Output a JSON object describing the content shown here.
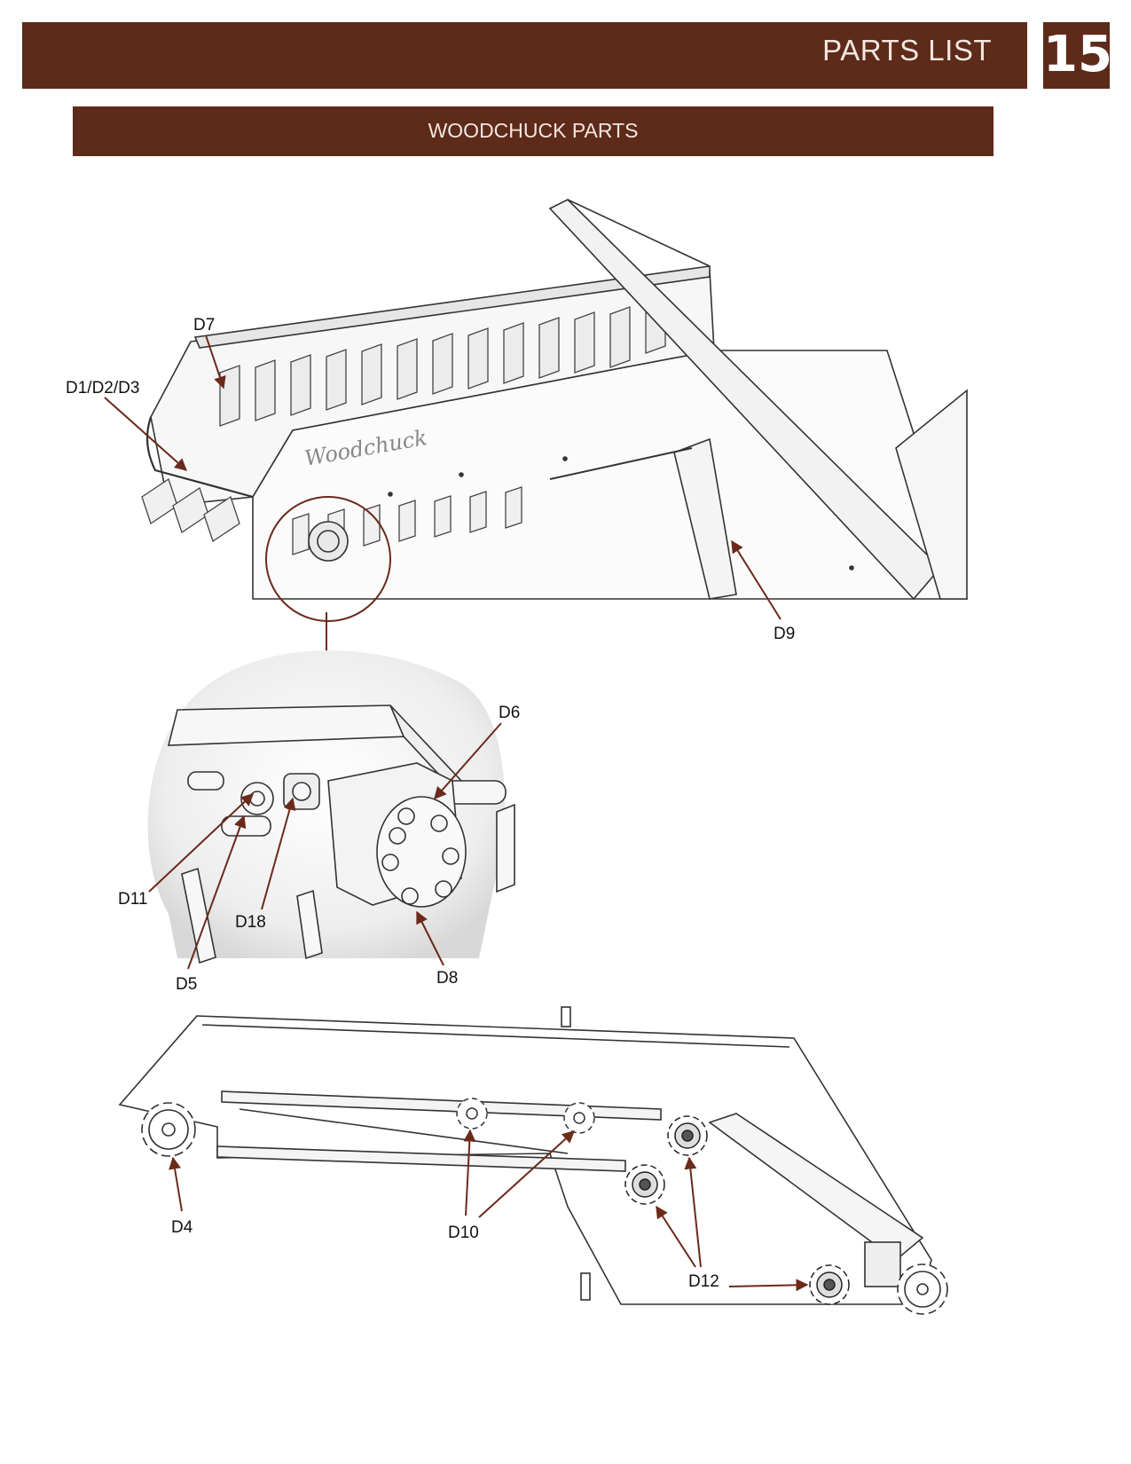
{
  "header": {
    "title": "PARTS LIST",
    "page_number": "15"
  },
  "section": {
    "title": "WOODCHUCK PARTS"
  },
  "figure": {
    "logo_text": "Woodchuck",
    "callouts": {
      "d7": "D7",
      "d1_d2_d3": "D1/D2/D3",
      "d9": "D9",
      "d6": "D6",
      "d11": "D11",
      "d18": "D18",
      "d5": "D5",
      "d8": "D8",
      "d4": "D4",
      "d10": "D10",
      "d12": "D12"
    }
  },
  "colors": {
    "accent": "#5e2a19",
    "leader": "#6b2a1a"
  }
}
